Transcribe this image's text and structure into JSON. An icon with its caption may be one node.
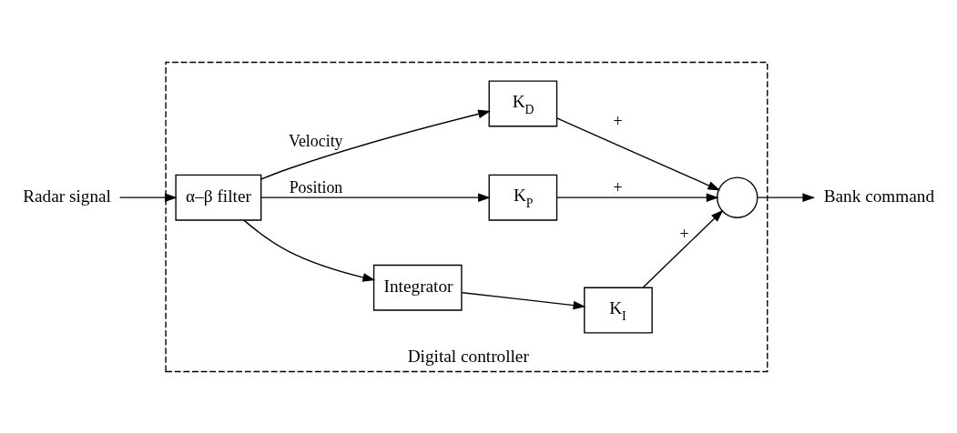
{
  "diagram": {
    "nodes": [
      {
        "text": [
          "Radar signal"
        ]
      },
      {
        "text": [
          "Digital controller"
        ]
      },
      {
        "text": [
          "α–β filter"
        ],
        "in": 1
      },
      {
        "text": [
          "Integrator"
        ],
        "in": 1
      },
      {
        "text": [
          "K$_{I}$"
        ],
        "in": 1
      },
      {
        "text": [
          "K$_{P}$"
        ],
        "in": 1
      },
      {
        "text": [
          "K$_{D}$"
        ],
        "in": 1
      },
      {
        "text": [],
        "shape": "circle",
        "in": 1
      },
      {
        "text": [
          "Bank command"
        ]
      }
    ],
    "edges": [
      {
        "from": 0,
        "to": 2,
        "arrow": "to"
      },
      {
        "from": 2,
        "to": 3,
        "arrow": "to"
      },
      {
        "from": 2,
        "to": 5,
        "arrow": "to",
        "label": "Position"
      },
      {
        "from": 2,
        "to": 6,
        "arrow": "to",
        "label": "Velocity"
      },
      {
        "from": 3,
        "to": 4,
        "arrow": "to"
      },
      {
        "from": 4,
        "to": 7,
        "arrow": "to",
        "label": "+"
      },
      {
        "from": 5,
        "to": 7,
        "arrow": "to",
        "label": "+"
      },
      {
        "from": 6,
        "to": 7,
        "arrow": "to",
        "label": "+"
      },
      {
        "from": 7,
        "to": 8,
        "arrow": "to"
      }
    ]
  }
}
